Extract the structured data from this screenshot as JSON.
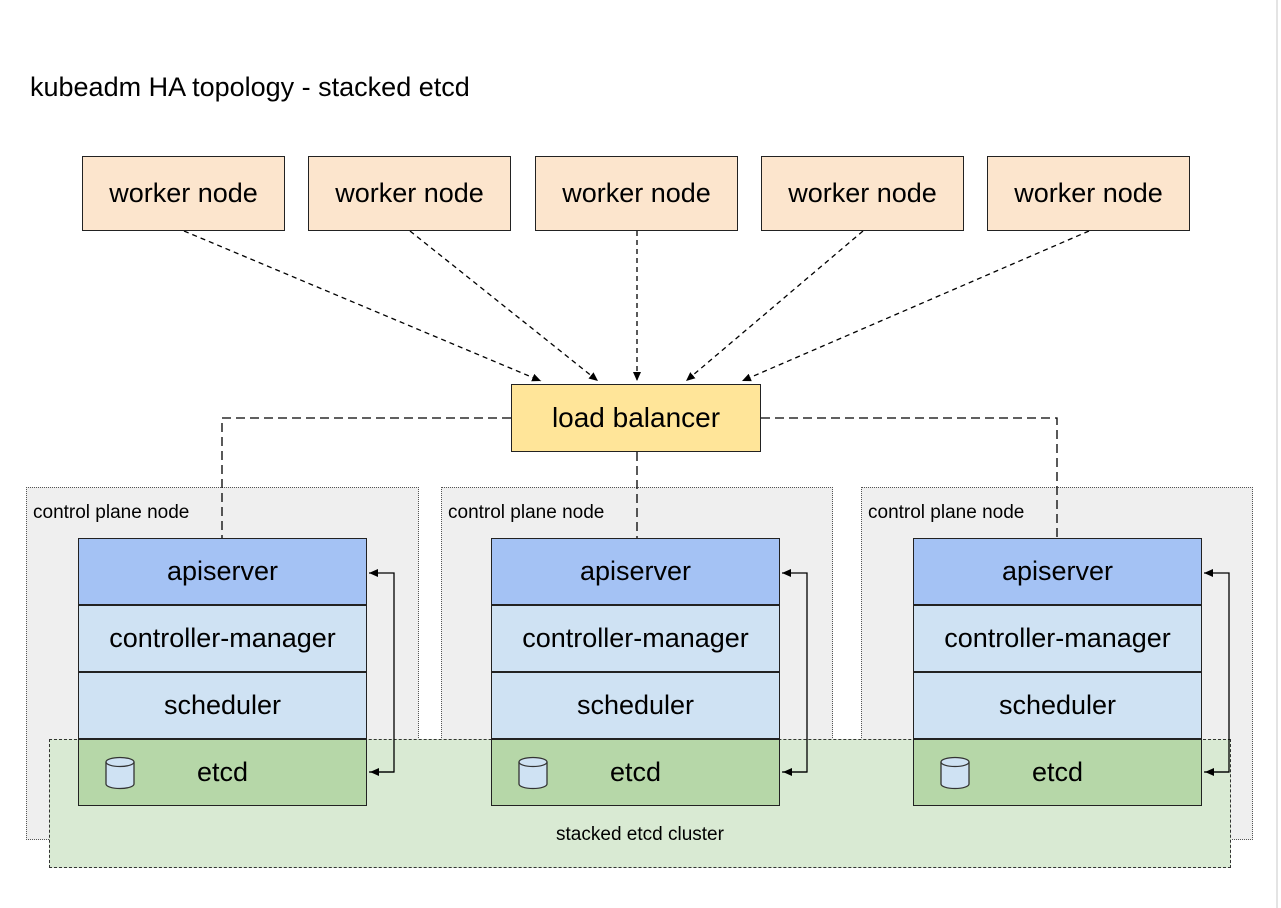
{
  "title": "kubeadm HA topology - stacked etcd",
  "worker_nodes": [
    "worker node",
    "worker node",
    "worker node",
    "worker node",
    "worker node"
  ],
  "load_balancer": "load balancer",
  "control_plane_nodes": [
    {
      "label": "control plane node",
      "apiserver": "apiserver",
      "controller_manager": "controller-manager",
      "scheduler": "scheduler",
      "etcd": "etcd"
    },
    {
      "label": "control plane node",
      "apiserver": "apiserver",
      "controller_manager": "controller-manager",
      "scheduler": "scheduler",
      "etcd": "etcd"
    },
    {
      "label": "control plane node",
      "apiserver": "apiserver",
      "controller_manager": "controller-manager",
      "scheduler": "scheduler",
      "etcd": "etcd"
    }
  ],
  "etcd_cluster_label": "stacked etcd cluster",
  "icons": {
    "etcd": "database-icon"
  },
  "colors": {
    "worker": "#fce5cd",
    "load_balancer": "#ffe599",
    "apiserver": "#a4c2f4",
    "controller_manager": "#cfe2f3",
    "scheduler": "#cfe2f3",
    "etcd": "#b6d7a8",
    "control_plane_bg": "#efefef",
    "etcd_cluster_bg": "#d9ead3"
  }
}
